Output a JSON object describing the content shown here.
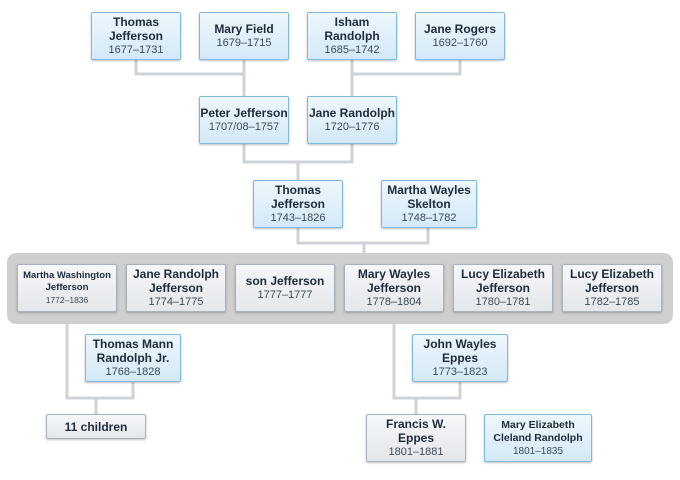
{
  "people": {
    "thomas_jefferson_sr": {
      "name": "Thomas Jefferson",
      "dates": "1677–1731"
    },
    "mary_field": {
      "name": "Mary Field",
      "dates": "1679–1715"
    },
    "isham_randolph": {
      "name": "Isham Randolph",
      "dates": "1685–1742"
    },
    "jane_rogers": {
      "name": "Jane Rogers",
      "dates": "1692–1760"
    },
    "peter_jefferson": {
      "name": "Peter Jefferson",
      "dates": "1707/08–1757"
    },
    "jane_randolph": {
      "name": "Jane Randolph",
      "dates": "1720–1776"
    },
    "thomas_jefferson": {
      "name": "Thomas Jefferson",
      "dates": "1743–1826"
    },
    "martha_skelton": {
      "name": "Martha Wayles Skelton",
      "dates": "1748–1782"
    },
    "martha_jefferson": {
      "name": "Martha Washington Jefferson",
      "dates": "1772–1836"
    },
    "jane_randolph_jefferson": {
      "name": "Jane Randolph Jefferson",
      "dates": "1774–1775"
    },
    "son_jefferson": {
      "name": "son Jefferson",
      "dates": "1777–1777"
    },
    "mary_wayles_jefferson": {
      "name": "Mary Wayles Jefferson",
      "dates": "1778–1804"
    },
    "lucy_elizabeth_1": {
      "name": "Lucy Elizabeth Jefferson",
      "dates": "1780–1781"
    },
    "lucy_elizabeth_2": {
      "name": "Lucy Elizabeth Jefferson",
      "dates": "1782–1785"
    },
    "thomas_mann_randolph": {
      "name": "Thomas Mann Randolph Jr.",
      "dates": "1768–1828"
    },
    "john_wayles_eppes": {
      "name": "John Wayles Eppes",
      "dates": "1773–1823"
    },
    "eleven_children": {
      "name": "11 children"
    },
    "francis_eppes": {
      "name": "Francis W. Eppes",
      "dates": "1801–1881"
    },
    "mary_elizabeth_cleland_randolph": {
      "name": "Mary Elizabeth Cleland Randolph",
      "dates": "1801–1835"
    }
  },
  "colors": {
    "blue_border": "#7fb9dd",
    "grey_border": "#a9b1bb",
    "connector": "#cfd3d7",
    "band": "#cfcfcf",
    "text": "#1e2b3a"
  }
}
